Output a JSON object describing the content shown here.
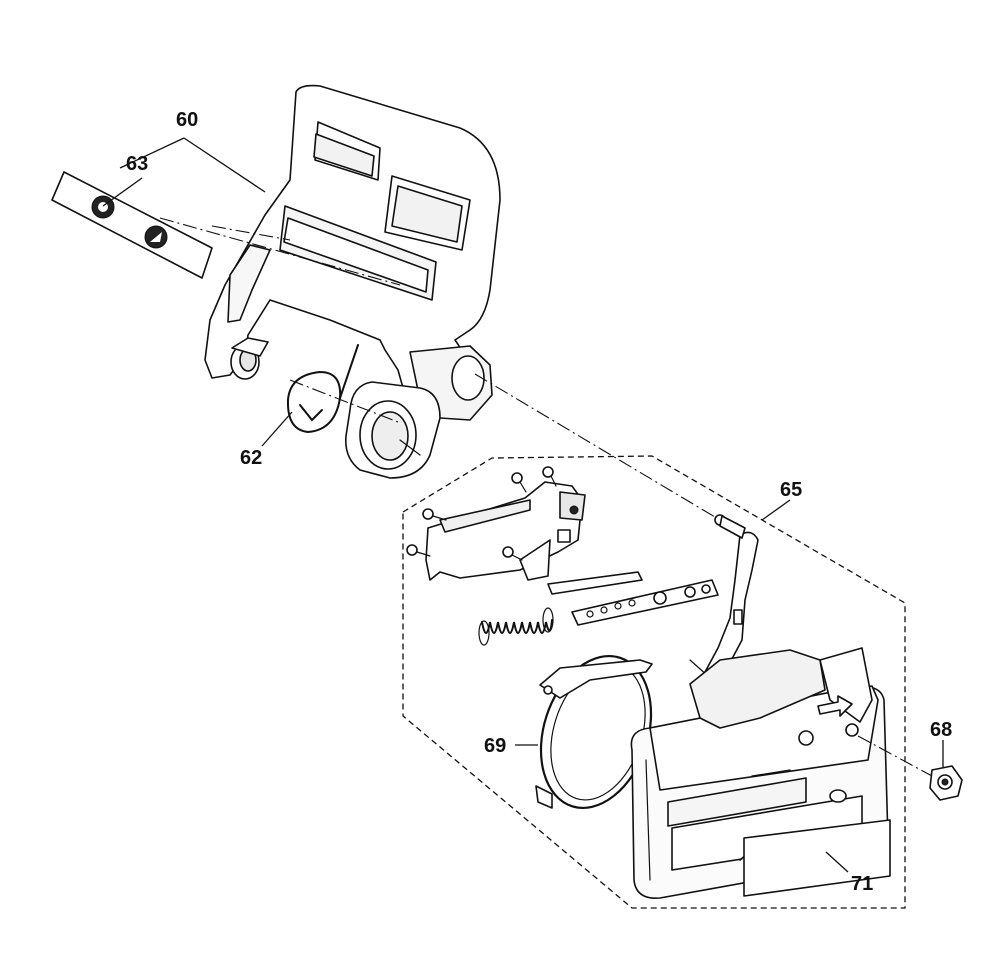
{
  "callouts": {
    "c60": "60",
    "c63": "63",
    "c62": "62",
    "c65": "65",
    "c68": "68",
    "c69": "69",
    "c71": "71"
  }
}
